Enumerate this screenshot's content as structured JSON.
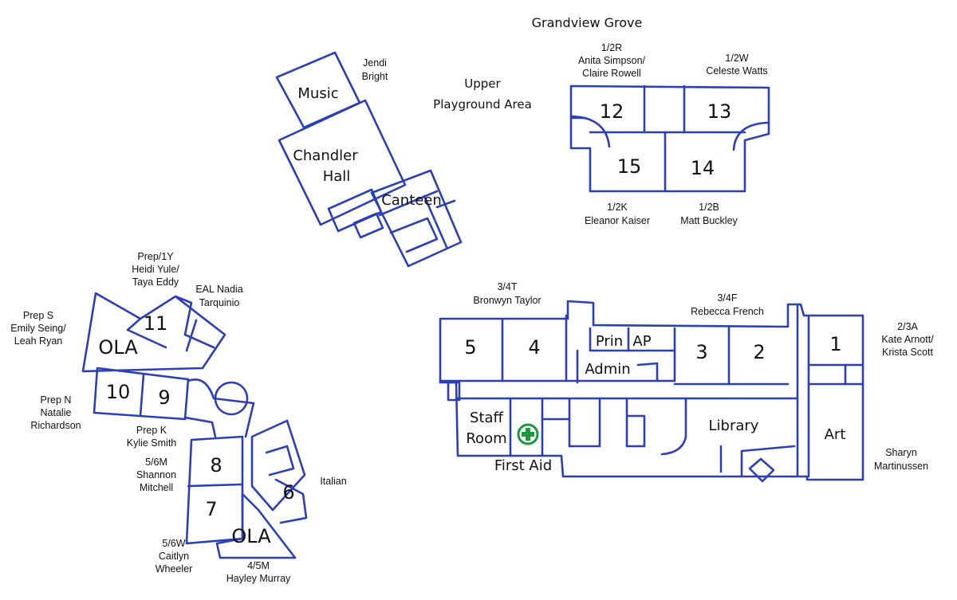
{
  "title": "Grandview Grove",
  "upper_playground": [
    "Upper",
    "Playground Area"
  ],
  "north_building": {
    "music": "Music",
    "hall": [
      "Chandler",
      "Hall"
    ],
    "canteen": "Canteen",
    "music_teacher": [
      "Jendi",
      "Bright"
    ]
  },
  "ne_block": {
    "rooms": [
      "12",
      "13",
      "15",
      "14"
    ],
    "r12_label": [
      "1/2R",
      "Anita Simpson/",
      "Claire Rowell"
    ],
    "r13_label": [
      "1/2W",
      "Celeste Watts"
    ],
    "r15_label": [
      "1/2K",
      "Eleanor Kaiser"
    ],
    "r14_label": [
      "1/2B",
      "Matt Buckley"
    ]
  },
  "west_block": {
    "rooms": [
      "11",
      "10",
      "9",
      "8",
      "7",
      "6"
    ],
    "ola_top": "OLA",
    "ola_bottom": "OLA",
    "prep1y": [
      "Prep/1Y",
      "Heidi Yule/",
      "Taya Eddy"
    ],
    "eal": [
      "EAL Nadia",
      "Tarquinio"
    ],
    "prep_s": [
      "Prep S",
      "Emily Seing/",
      "Leah Ryan"
    ],
    "prep_n": [
      "Prep N",
      "Natalie",
      "Richardson"
    ],
    "prep_k": [
      "Prep K",
      "Kylie Smith"
    ],
    "r56m": [
      "5/6M",
      "Shannon",
      "Mitchell"
    ],
    "italian": "Italian",
    "r56w": [
      "5/6W",
      "Caitlyn",
      "Wheeler"
    ],
    "r45m": [
      "4/5M",
      "Hayley Murray"
    ]
  },
  "se_block": {
    "rooms": [
      "5",
      "4",
      "3",
      "2",
      "1"
    ],
    "prin": "Prin",
    "ap": "AP",
    "admin": "Admin",
    "staff_room": [
      "Staff",
      "Room"
    ],
    "first_aid": "First Aid",
    "library": "Library",
    "art": "Art",
    "r34t": [
      "3/4T",
      "Bronwyn Taylor"
    ],
    "r34f": [
      "3/4F",
      "Rebecca French"
    ],
    "r23a": [
      "2/3A",
      "Kate Arnott/",
      "Krista Scott"
    ],
    "art_teacher": [
      "Sharyn",
      "Martinussen"
    ]
  },
  "colors": {
    "wall": "#2b3fb8",
    "first_aid": "#1a9a3a"
  },
  "icons": {
    "first_aid": "first-aid-cross-icon"
  }
}
